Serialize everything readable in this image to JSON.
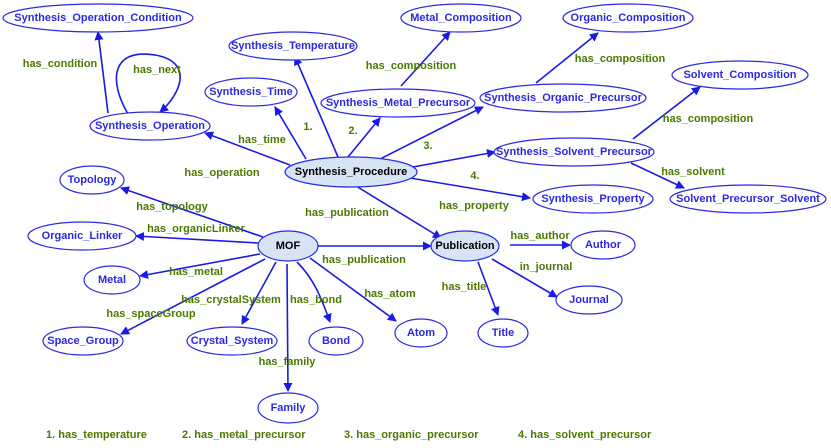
{
  "nodes": {
    "synthesis_operation_condition": "Synthesis_Operation_Condition",
    "synthesis_temperature": "Synthesis_Temperature",
    "metal_composition": "Metal_Composition",
    "organic_composition": "Organic_Composition",
    "synthesis_time": "Synthesis_Time",
    "synthesis_metal_precursor": "Synthesis_Metal_Precursor",
    "synthesis_organic_precursor": "Synthesis_Organic_Precursor",
    "solvent_composition": "Solvent_Composition",
    "synthesis_operation": "Synthesis_Operation",
    "synthesis_procedure": "Synthesis_Procedure",
    "synthesis_solvent_precursor": "Synthesis_Solvent_Precursor",
    "topology": "Topology",
    "solvent_precursor_solvent": "Solvent_Precursor_Solvent",
    "synthesis_property": "Synthesis_Property",
    "organic_linker": "Organic_Linker",
    "mof": "MOF",
    "publication": "Publication",
    "author": "Author",
    "metal": "Metal",
    "journal": "Journal",
    "space_group": "Space_Group",
    "crystal_system": "Crystal_System",
    "bond": "Bond",
    "atom": "Atom",
    "title": "Title",
    "family": "Family"
  },
  "edges": {
    "has_condition": "has_condition",
    "has_next": "has_next",
    "has_composition_metal": "has_composition",
    "has_composition_organic": "has_composition",
    "has_composition_solvent": "has_composition",
    "has_time": "has_time",
    "has_operation": "has_operation",
    "num_1": "1.",
    "num_2": "2.",
    "num_3": "3.",
    "num_4": "4.",
    "has_solvent": "has_solvent",
    "has_topology": "has_topology",
    "has_organicLinker": "has_organicLinker",
    "has_publication_proc": "has_publication",
    "has_property": "has_property",
    "has_author": "has_author",
    "in_journal": "in_journal",
    "has_metal": "has_metal",
    "has_publication_mof": "has_publication",
    "has_crystalSystem": "has_crystalSystem",
    "has_spaceGroup": "has_spaceGroup",
    "has_bond": "has_bond",
    "has_atom": "has_atom",
    "has_title": "has_title",
    "has_family": "has_family"
  },
  "footnotes": [
    "1. has_temperature",
    "2. has_metal_precursor",
    "3. has_organic_precursor",
    "4. has_solvent_precursor"
  ],
  "colors": {
    "node_stroke": "#2a2ae0",
    "edge": "#1a1ae6",
    "edge_label": "#4a7a00",
    "hub_fill": "#d6e4f5"
  }
}
